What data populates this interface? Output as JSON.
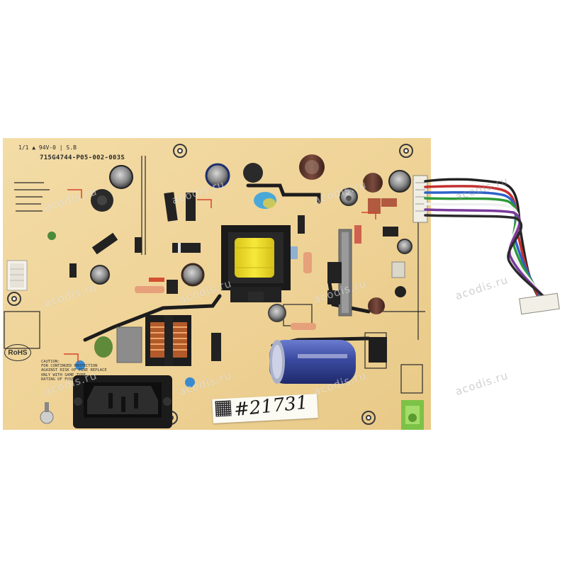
{
  "photo": {
    "subject": "Power supply board",
    "board_part_number": "715G4744-P05-002-003S",
    "board_top_marks": "1/1 ▲ 94V-0 | S.B",
    "rohs_mark": "RoHS",
    "caution_text": "CAUTION:\nFOR CONTINUED PROTECTION\nAGAINST RISK OF FIRE REPLACE\nONLY WITH SAME TYPE\nRATING OF FUSE",
    "handwritten_label": "#21731",
    "watermark": "acodis.ru",
    "colors": {
      "board": "#f0d49a",
      "background": "#ffffff",
      "capacitor_main": "#3a4aa0",
      "coil_yellow": "#f2e22a",
      "connector_green": "#8ccf4a"
    }
  }
}
